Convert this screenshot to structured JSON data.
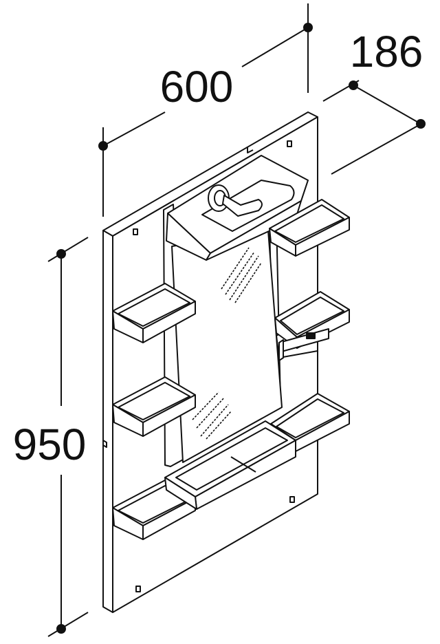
{
  "dimensions": {
    "width": "600",
    "depth": "186",
    "height": "950"
  },
  "colors": {
    "line": "#111111",
    "panel": "#ffffff",
    "background": "#ffffff"
  }
}
